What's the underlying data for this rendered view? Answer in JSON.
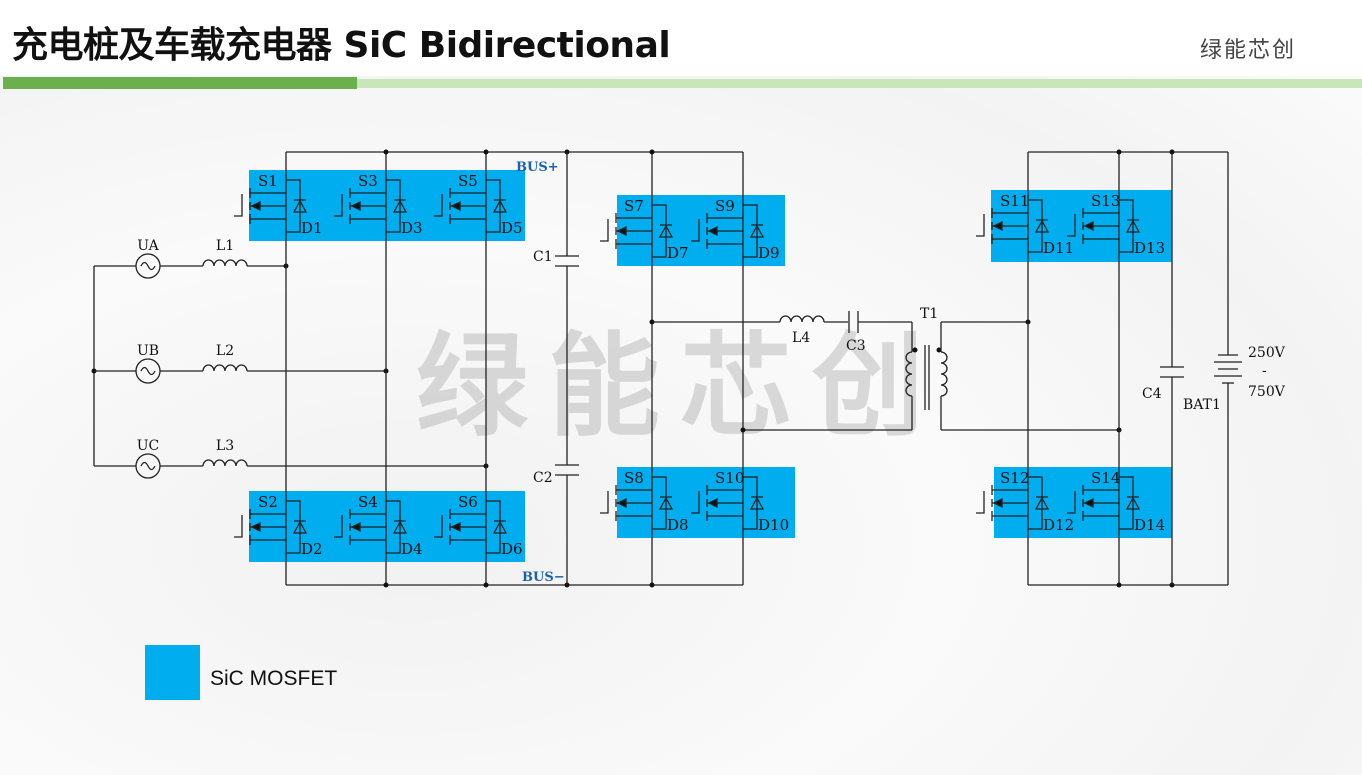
{
  "header": {
    "title": "充电桩及车载充电器 SiC Bidirectional",
    "brand": "绿能芯创"
  },
  "watermark": "绿能芯创",
  "colors": {
    "mosfet_highlight": "#00aeef",
    "accent_green": "#6ab04c",
    "bus_label": "#1a5fb4"
  },
  "circuit": {
    "sources": [
      "UA",
      "UB",
      "UC"
    ],
    "inductors": [
      "L1",
      "L2",
      "L3"
    ],
    "bus_plus": "BUS+",
    "bus_minus": "BUS−",
    "capacitors": [
      "C1",
      "C2",
      "C3",
      "C4"
    ],
    "resonant_inductor": "L4",
    "transformer": "T1",
    "battery": "BAT1",
    "battery_range": [
      "250V",
      "-",
      "750V"
    ],
    "switches": [
      {
        "s": "S1",
        "d": "D1"
      },
      {
        "s": "S2",
        "d": "D2"
      },
      {
        "s": "S3",
        "d": "D3"
      },
      {
        "s": "S4",
        "d": "D4"
      },
      {
        "s": "S5",
        "d": "D5"
      },
      {
        "s": "S6",
        "d": "D6"
      },
      {
        "s": "S7",
        "d": "D7"
      },
      {
        "s": "S8",
        "d": "D8"
      },
      {
        "s": "S9",
        "d": "D9"
      },
      {
        "s": "S10",
        "d": "D10"
      },
      {
        "s": "S11",
        "d": "D11"
      },
      {
        "s": "S12",
        "d": "D12"
      },
      {
        "s": "S13",
        "d": "D13"
      },
      {
        "s": "S14",
        "d": "D14"
      }
    ]
  },
  "legend": {
    "label": "SiC MOSFET"
  }
}
